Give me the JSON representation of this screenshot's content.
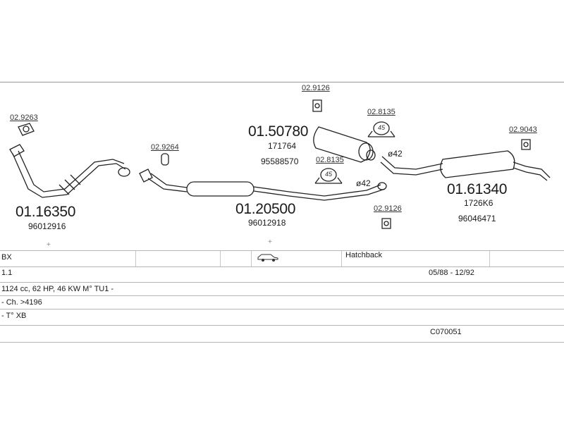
{
  "parts": {
    "downpipe": {
      "code": "01.16350",
      "oem": "96012916"
    },
    "downpipe_gasket": "02.9263",
    "middle_gasket": "02.9264",
    "middle_pipe": {
      "code": "01.20500",
      "oem": "96012918"
    },
    "front_muffler": {
      "code": "01.50780",
      "ref1": "171764",
      "ref2": "95588570"
    },
    "front_muffler_rubber": "02.9126",
    "clamp_upper": {
      "code": "02.8135",
      "size": "45"
    },
    "clamp_lower": {
      "code": "02.8135",
      "size": "45"
    },
    "lower_rubber": "02.9126",
    "rear_rubber": "02.9043",
    "rear_muffler": {
      "code": "01.61340",
      "ref1": "1726K6",
      "ref2": "96046471"
    },
    "diameter_upper": "ø42",
    "diameter_lower": "ø42"
  },
  "vehicle": {
    "model": "BX",
    "body_type": "Hatchback",
    "engine_size": "1.1",
    "years": "05/88 - 12/92",
    "engine_desc": "1124 cc, 62 HP, 46 KW M° TU1 -",
    "chassis": "- Ch. >4196",
    "trim": "- T° XB",
    "kit_code": "C070051",
    "body_icon": "car-icon"
  }
}
